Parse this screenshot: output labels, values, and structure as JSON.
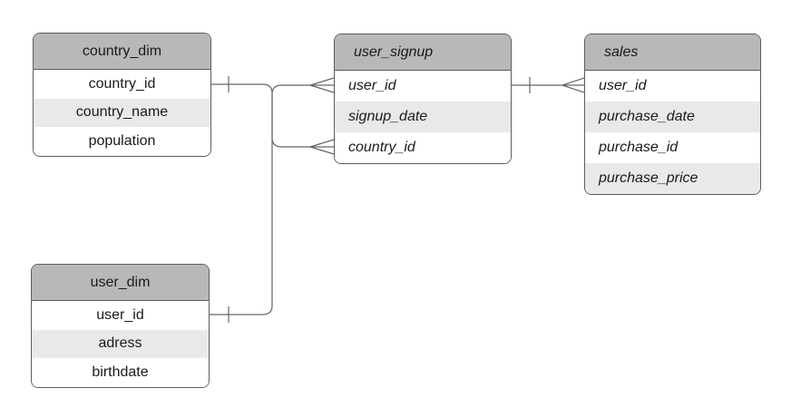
{
  "diagram": {
    "background": "#ffffff",
    "colors": {
      "header_fill": "#b8b8b8",
      "row_fill": "#ffffff",
      "row_alt_fill": "#e9e9e9",
      "border": "#5c5c5c",
      "connector": "#666666",
      "text": "#1a1a1a"
    },
    "tables": [
      {
        "id": "country_dim",
        "name": "country_dim",
        "text_style": "regular-centered",
        "rows": [
          "country_id",
          "country_name",
          "population"
        ]
      },
      {
        "id": "user_dim",
        "name": "user_dim",
        "text_style": "regular-centered",
        "rows": [
          "user_id",
          "adress",
          "birthdate"
        ]
      },
      {
        "id": "user_signup",
        "name": "user_signup",
        "text_style": "italic-left",
        "rows": [
          "user_id",
          "signup_date",
          "country_id"
        ]
      },
      {
        "id": "sales",
        "name": "sales",
        "text_style": "italic-left",
        "rows": [
          "user_id",
          "purchase_date",
          "purchase_id",
          "purchase_price"
        ]
      }
    ],
    "relationships": [
      {
        "from": "country_dim.country_id",
        "to": "user_signup.country_id",
        "cardinality": "one-to-many",
        "notation": "tick-to-crow-foot"
      },
      {
        "from": "user_dim.user_id",
        "to": "user_signup.user_id",
        "cardinality": "one-to-many",
        "notation": "tick-to-crow-foot"
      },
      {
        "from": "user_signup.user_id",
        "to": "sales.user_id",
        "cardinality": "one-to-many",
        "notation": "tick-to-crow-foot"
      }
    ]
  }
}
